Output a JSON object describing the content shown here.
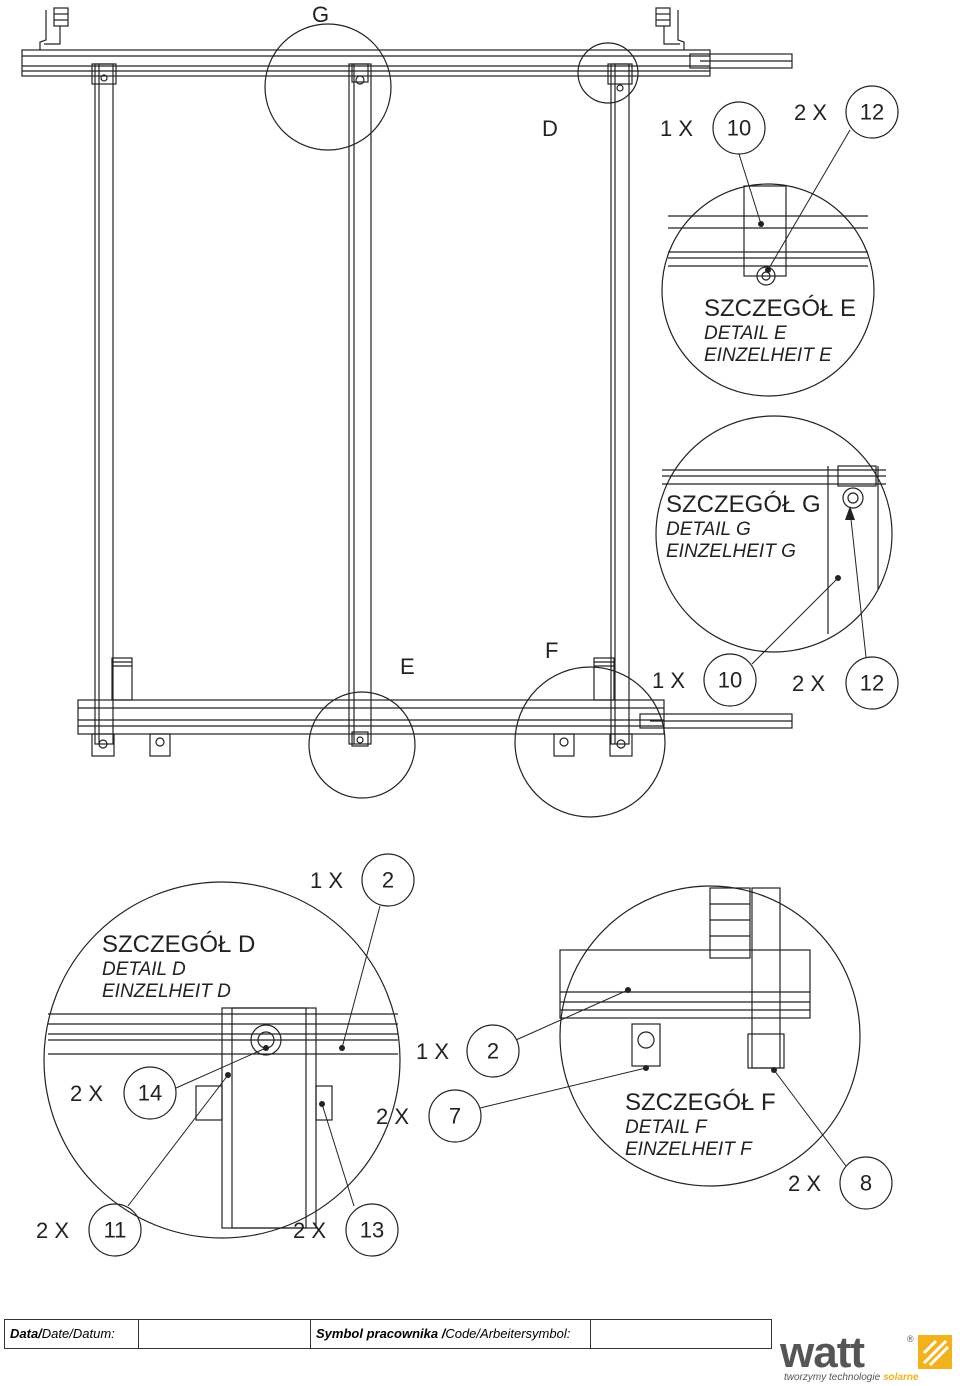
{
  "labels": {
    "g": "G",
    "d": "D",
    "e": "E",
    "f": "F"
  },
  "callouts": [
    {
      "id": "e-qty10",
      "qty": "1 X",
      "num": "10"
    },
    {
      "id": "e-qty12",
      "qty": "2 X",
      "num": "12"
    },
    {
      "id": "g-qty10",
      "qty": "1 X",
      "num": "10"
    },
    {
      "id": "g-qty12",
      "qty": "2 X",
      "num": "12"
    },
    {
      "id": "d-qty2",
      "qty": "1 X",
      "num": "2"
    },
    {
      "id": "d-qty14",
      "qty": "2 X",
      "num": "14"
    },
    {
      "id": "d-qty11",
      "qty": "2 X",
      "num": "11"
    },
    {
      "id": "d-qty13",
      "qty": "2 X",
      "num": "13"
    },
    {
      "id": "f-qty2",
      "qty": "1 X",
      "num": "2"
    },
    {
      "id": "f-qty7",
      "qty": "2 X",
      "num": "7"
    },
    {
      "id": "f-qty8",
      "qty": "2 X",
      "num": "8"
    }
  ],
  "details": {
    "e": {
      "pl": "SZCZEGÓŁ E",
      "en": "DETAIL E",
      "de": "EINZELHEIT E"
    },
    "g": {
      "pl": "SZCZEGÓŁ G",
      "en": "DETAIL G",
      "de": "EINZELHEIT G"
    },
    "d": {
      "pl": "SZCZEGÓŁ D",
      "en": "DETAIL D",
      "de": "EINZELHEIT D"
    },
    "f": {
      "pl": "SZCZEGÓŁ F",
      "en": "DETAIL F",
      "de": "EINZELHEIT F"
    }
  },
  "footer": {
    "date_bold": "Data/",
    "date_rest": "Date/Datum:",
    "code_bold": "Symbol pracownika /",
    "code_rest": "Code/Arbeitersymbol:"
  },
  "logo": {
    "word": "watt",
    "reg": "®",
    "tag_a": "tworzymy technologie ",
    "tag_b": "solarne",
    "brand_color": "#f2b21b"
  }
}
